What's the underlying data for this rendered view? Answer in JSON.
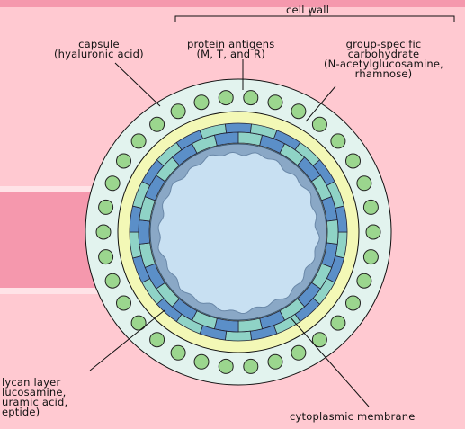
{
  "labels": {
    "cell_wall": "cell wall",
    "capsule": "capsule\n(hyaluronic acid)",
    "protein_antigens": "protein antigens\n(M, T, and R)",
    "group_carbohydrate": "group-specific\ncarbohydrate\n(N-acetylglucosamine,\nrhamnose)",
    "peptidoglycan": "lycan layer\nlucosamine,\nuramic acid,\neptide)",
    "cytoplasmic_membrane": "cytoplasmic membrane"
  },
  "colors": {
    "background": "#ffc9d1",
    "capsule": "#e2f3ee",
    "carbohydrate_layer": "#f3f8b6",
    "peptidoglycan_light": "#8fd3c6",
    "peptidoglycan_blue": "#5b8fc8",
    "membrane": "#8aa8c6",
    "cytoplasm": "#c8e0f2",
    "protein_dot": "#9bd68e"
  }
}
